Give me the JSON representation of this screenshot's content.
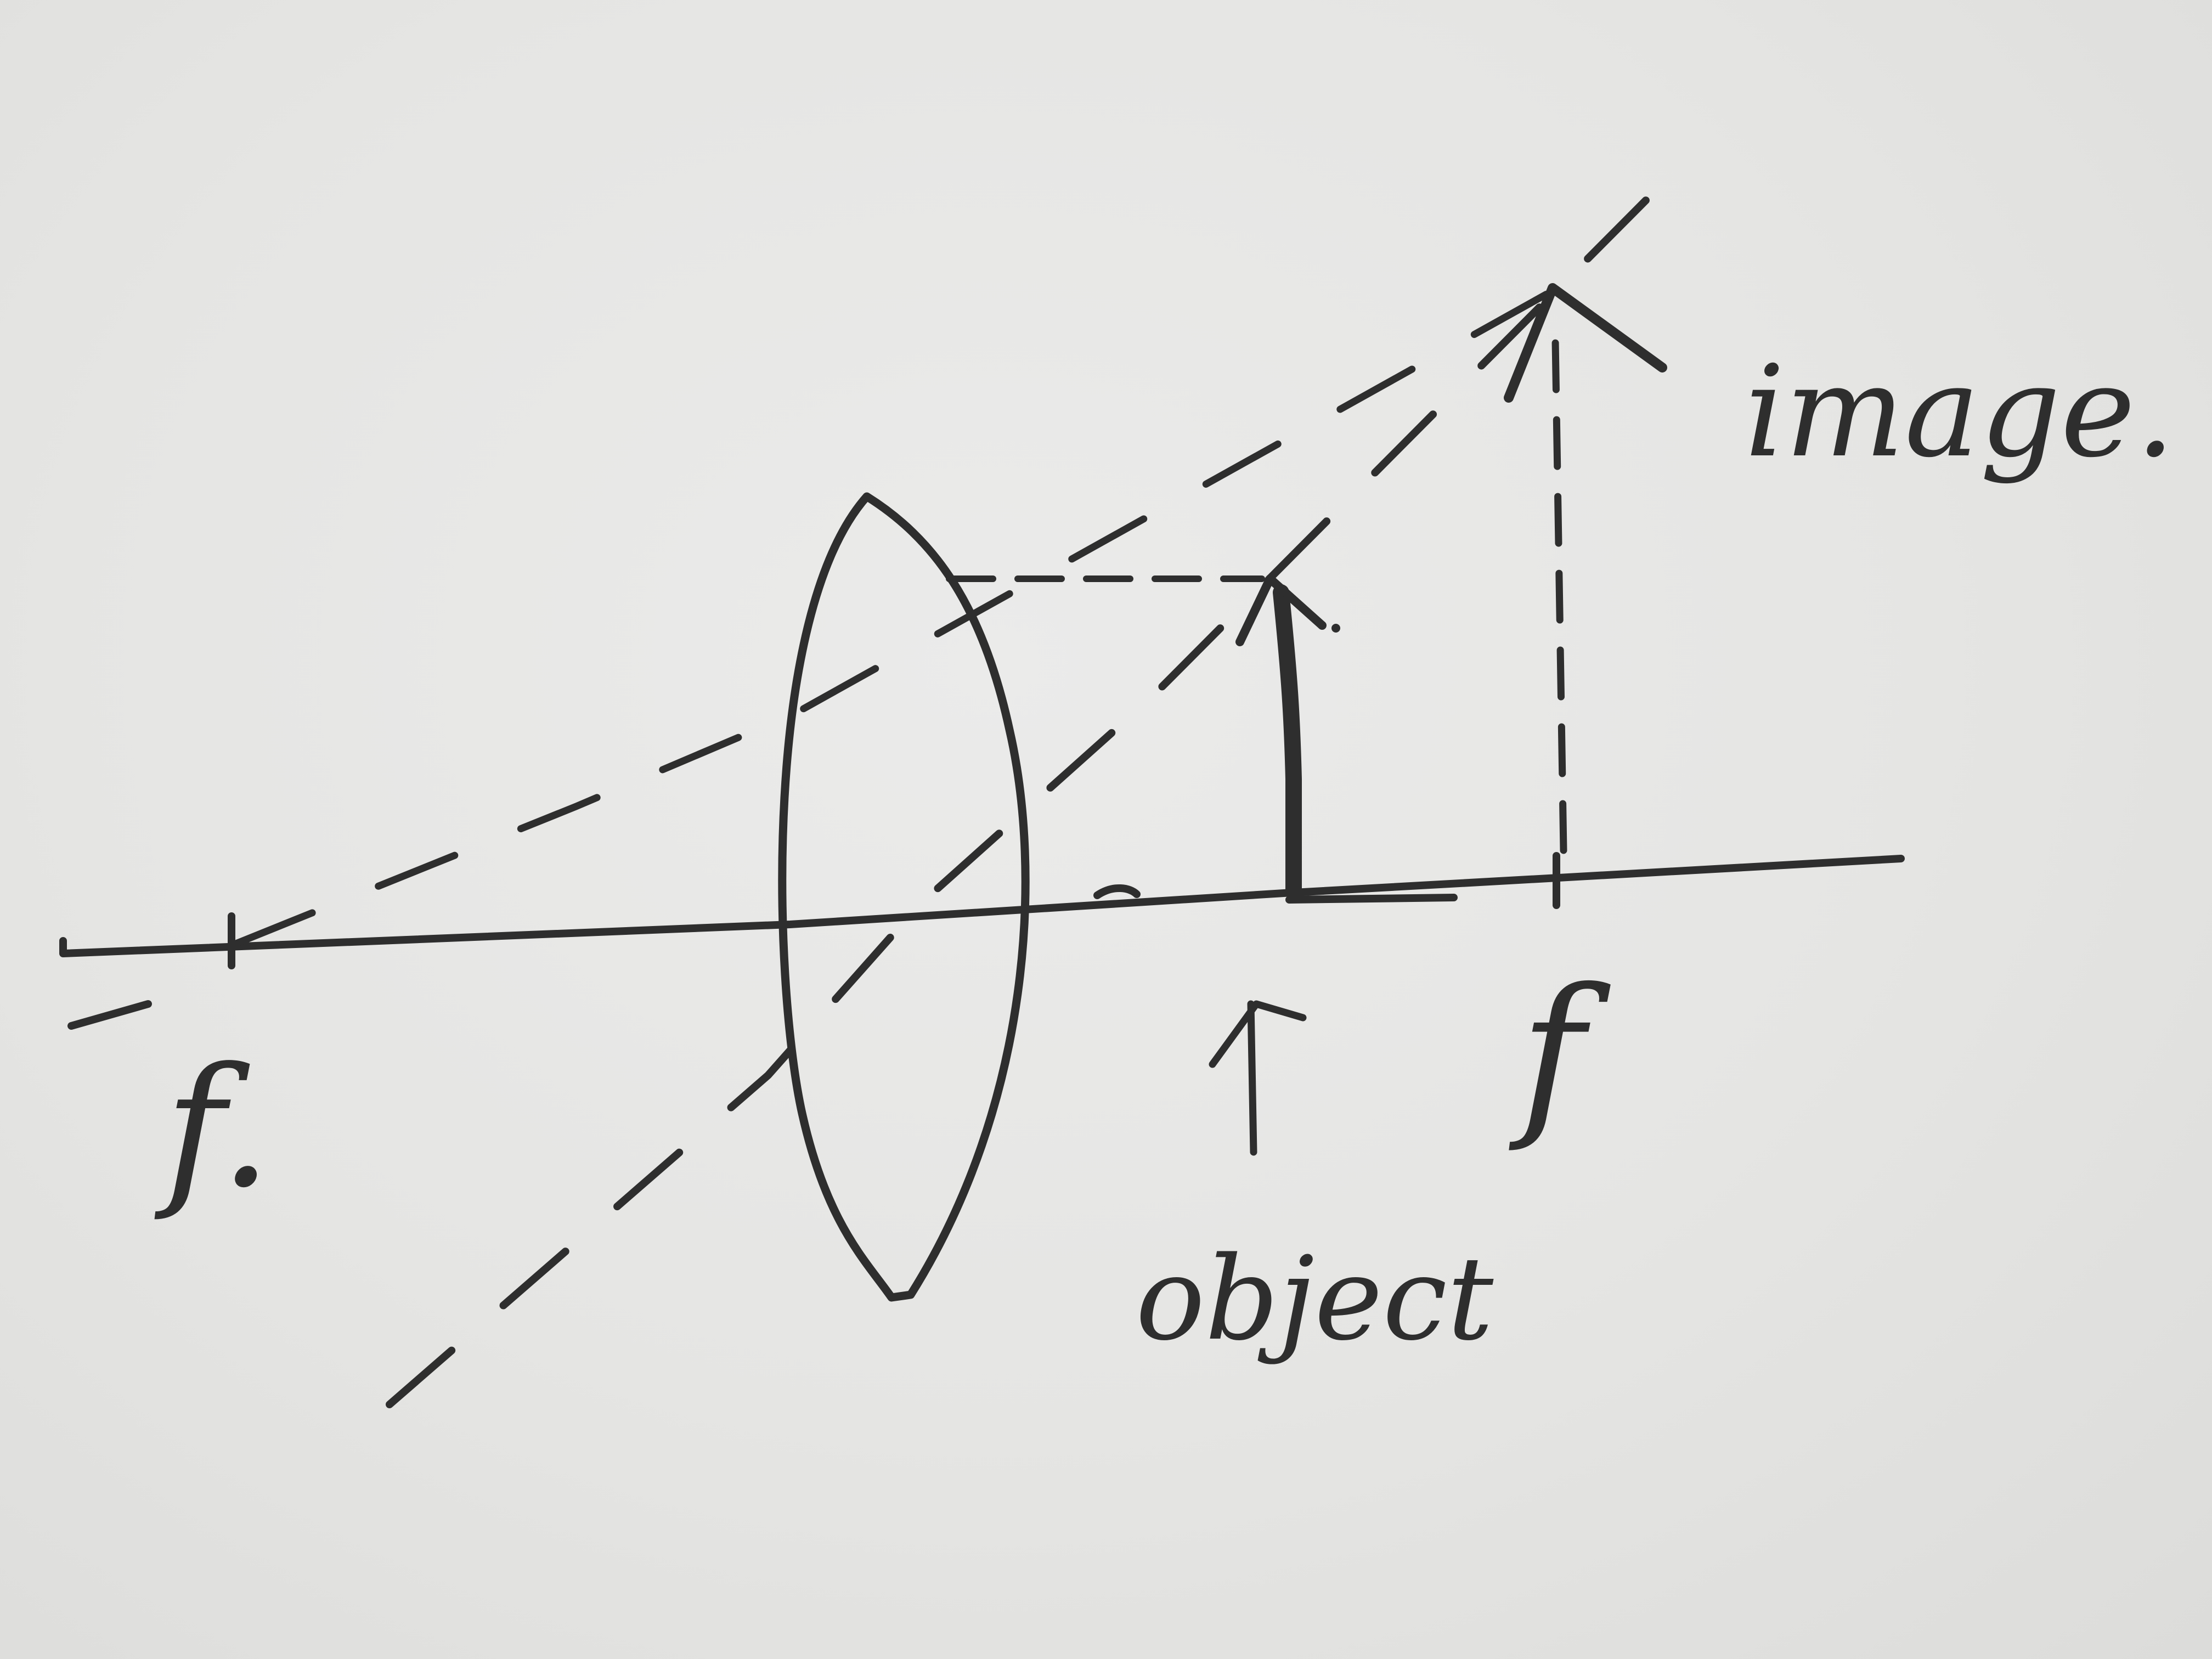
{
  "diagram": {
    "labels": {
      "focal_left": "f.",
      "focal_right": "f",
      "object": "object",
      "image": "image."
    },
    "colors": {
      "paper": "#e6e6e4",
      "ink": "#2e2e2e"
    }
  }
}
